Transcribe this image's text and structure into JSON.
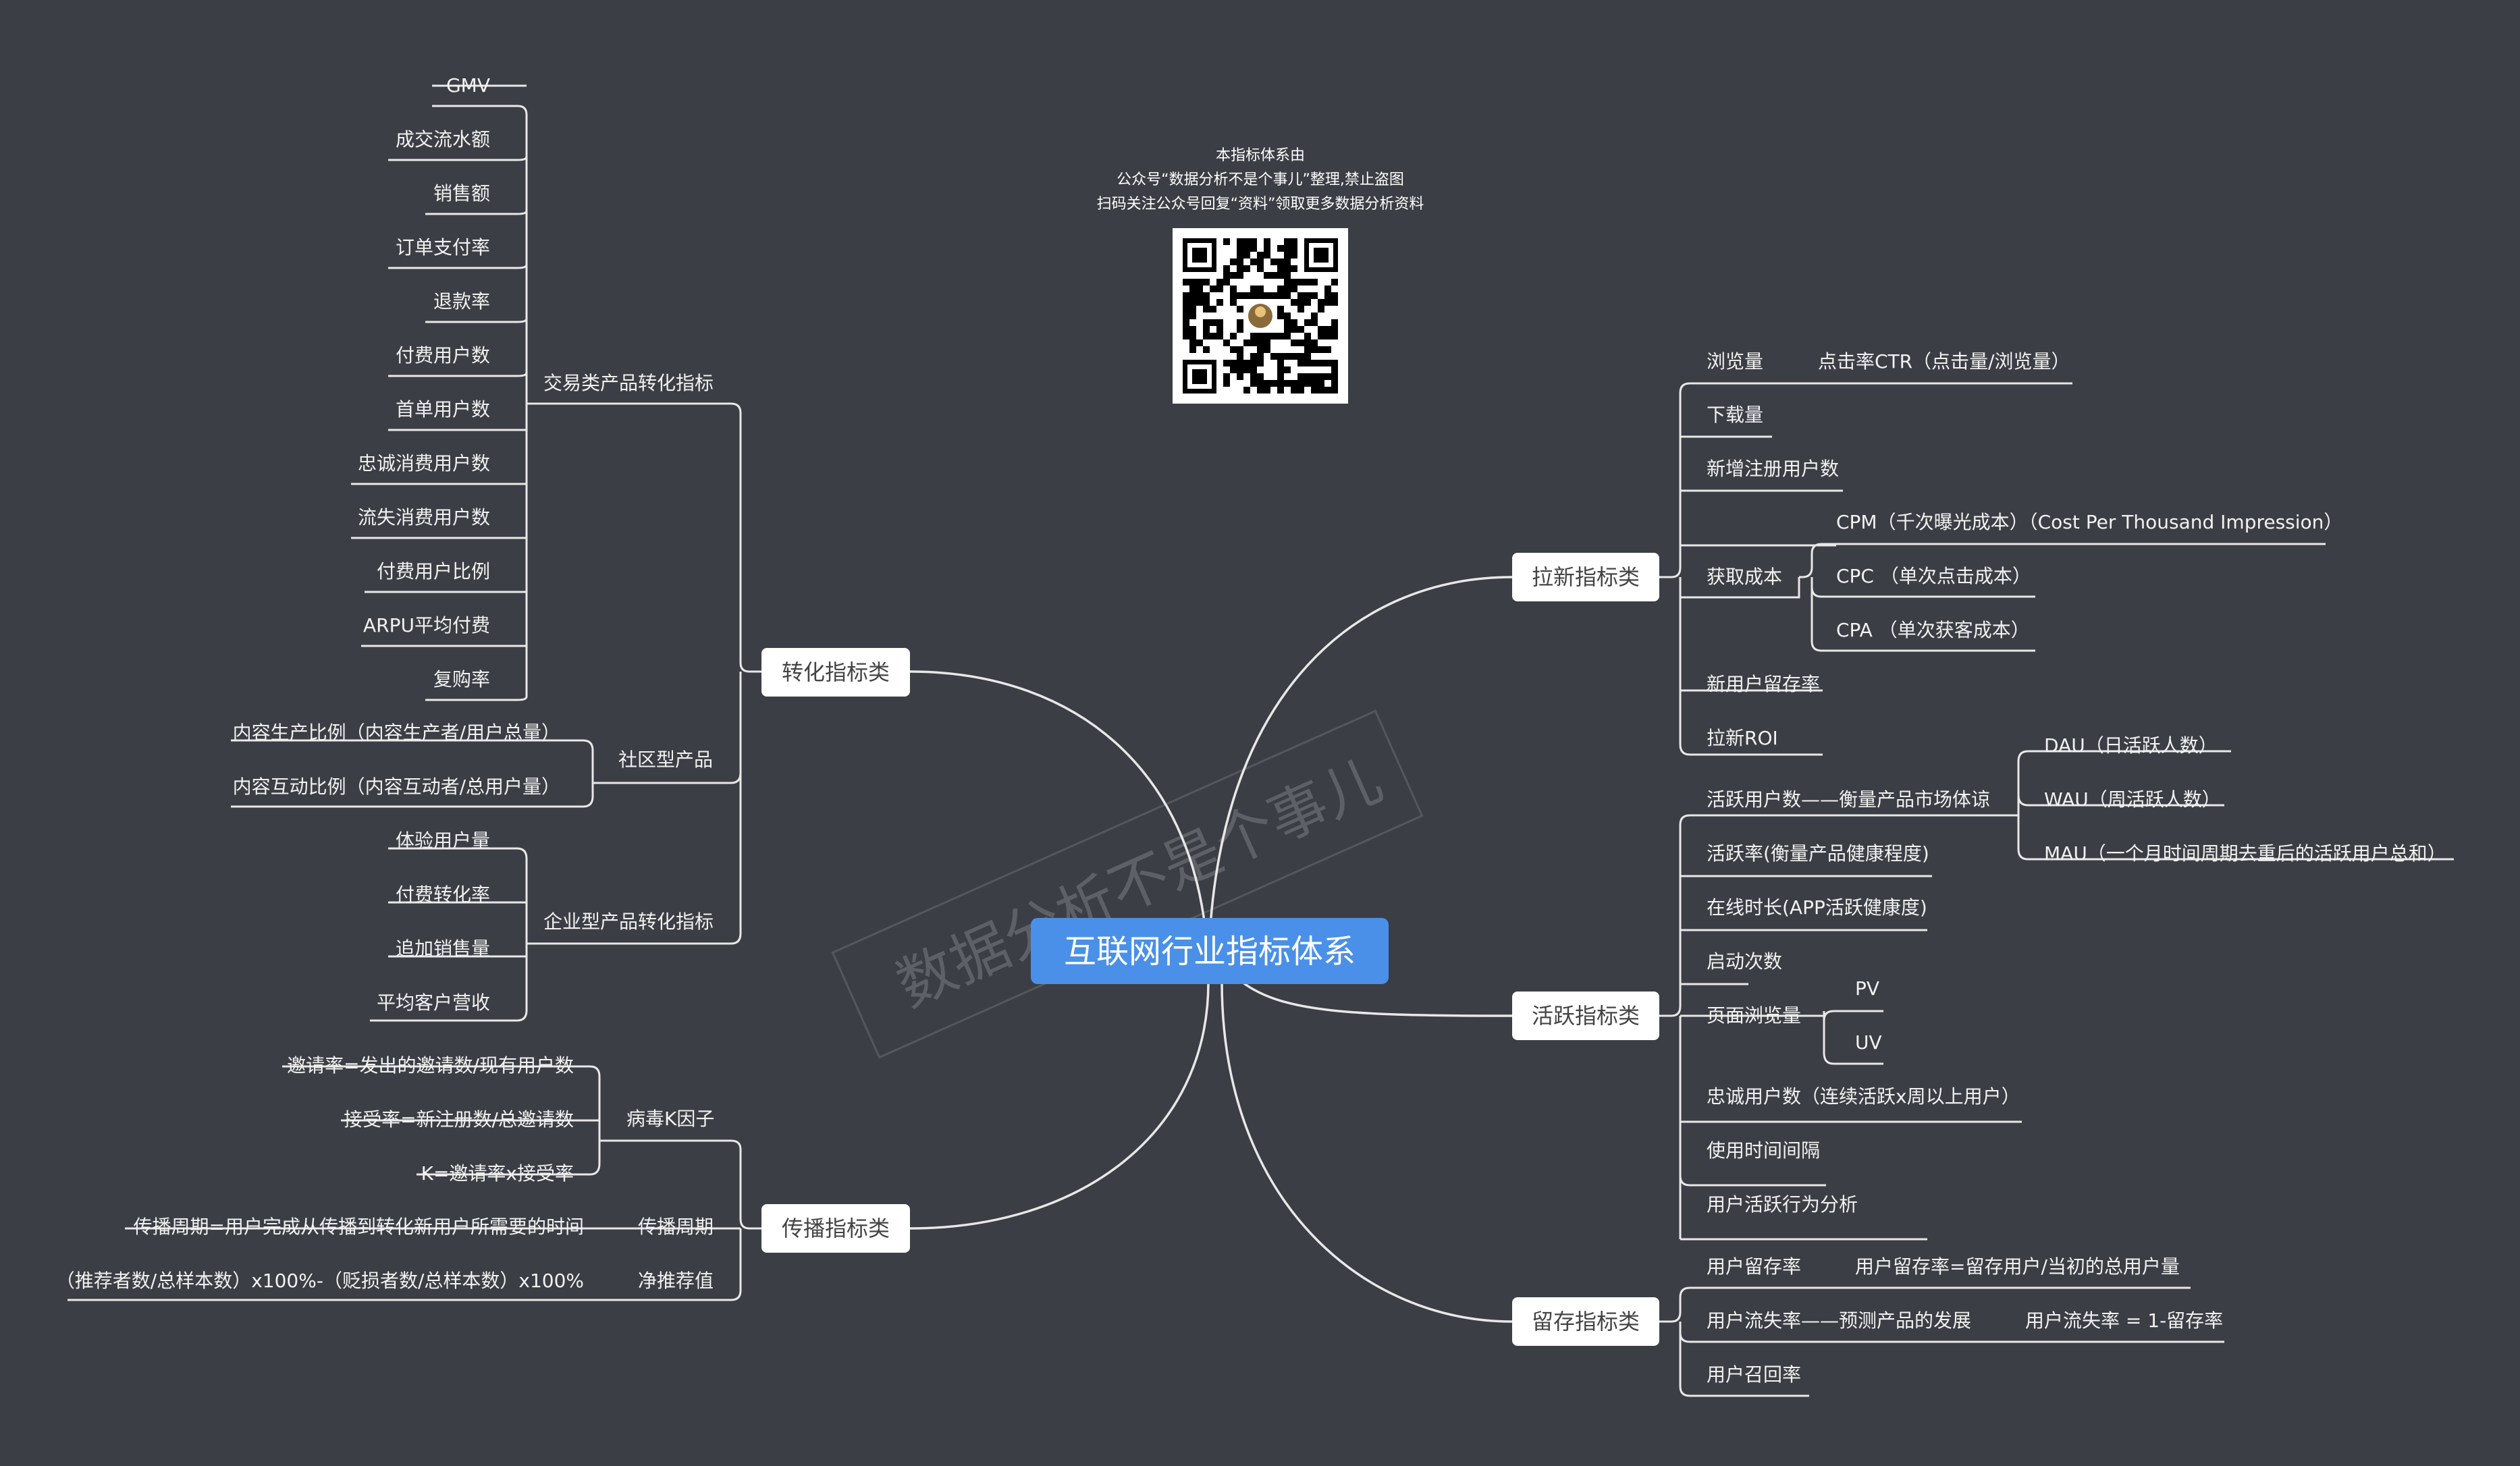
{
  "root": {
    "label": "互联网行业指标体系"
  },
  "watermark": "数据分析不是个事儿",
  "notice": {
    "lines": [
      "本指标体系由",
      "公众号“数据分析不是个事儿”整理,禁止盗图",
      "扫码关注公众号回复“资料”领取更多数据分析资料"
    ],
    "qr_icon": "qr-code-icon"
  },
  "branches": {
    "zhuanhua": {
      "label": "转化指标类",
      "groups": {
        "jiaoyi": {
          "label": "交易类产品转化指标",
          "items": [
            "GMV",
            "成交流水额",
            "销售额",
            "订单支付率",
            "退款率",
            "付费用户数",
            "首单用户数",
            "忠诚消费用户数",
            "流失消费用户数",
            "付费用户比例",
            "ARPU平均付费",
            "复购率"
          ]
        },
        "shequ": {
          "label": "社区型产品",
          "items": [
            "内容生产比例（内容生产者/用户总量）",
            "内容互动比例（内容互动者/总用户量）"
          ]
        },
        "qiye": {
          "label": "企业型产品转化指标",
          "items": [
            "体验用户量",
            "付费转化率",
            "追加销售量",
            "平均客户营收"
          ]
        }
      }
    },
    "chuanbo": {
      "label": "传播指标类",
      "groups": {
        "bingdu": {
          "label": "病毒K因子",
          "items": [
            "邀请率=发出的邀请数/现有用户数",
            "接受率=新注册数/总邀请数",
            "K=邀请率x接受率"
          ]
        },
        "zhouqi": {
          "label": "传播周期",
          "items": [
            "传播周期=用户完成从传播到转化新用户所需要的时间"
          ]
        },
        "jingtui": {
          "label": "净推荐值",
          "items": [
            "（推荐者数/总样本数）x100%-（贬损者数/总样本数）x100%"
          ]
        }
      }
    },
    "laxin": {
      "label": "拉新指标类",
      "items": {
        "liulan": "浏览量",
        "ctr": "点击率CTR（点击量/浏览量）",
        "xiazai": "下载量",
        "zhuce": "新增注册用户数",
        "huoqu": "获取成本",
        "cpm": "CPM（千次曝光成本）（Cost Per Thousand Impression）",
        "cpc": "CPC （单次点击成本）",
        "cpa": "CPA （单次获客成本）",
        "liucun": "新用户留存率",
        "roi": "拉新ROI"
      }
    },
    "huoyue": {
      "label": "活跃指标类",
      "items": {
        "hyyhs": "活跃用户数——衡量产品市场体谅",
        "dau": "DAU（日活跃人数）",
        "wau": "WAU（周活跃人数）",
        "mau": "MAU（一个月时间周期去重后的活跃用户总和）",
        "hyl": "活跃率(衡量产品健康程度)",
        "zxsc": "在线时长(APP活跃健康度)",
        "qdcs": "启动次数",
        "ymll": "页面浏览量",
        "pv": "PV",
        "uv": "UV",
        "zcyh": "忠诚用户数（连续活跃x周以上用户）",
        "sysj": "使用时间间隔",
        "hyxw": "用户活跃行为分析"
      }
    },
    "liucun": {
      "label": "留存指标类",
      "items": {
        "lcl": "用户留存率",
        "lcl_def": "用户留存率=留存用户/当初的总用户量",
        "lsl": "用户流失率——预测产品的发展",
        "lsl_def": "用户流失率 = 1-留存率",
        "zhl": "用户召回率"
      }
    }
  }
}
